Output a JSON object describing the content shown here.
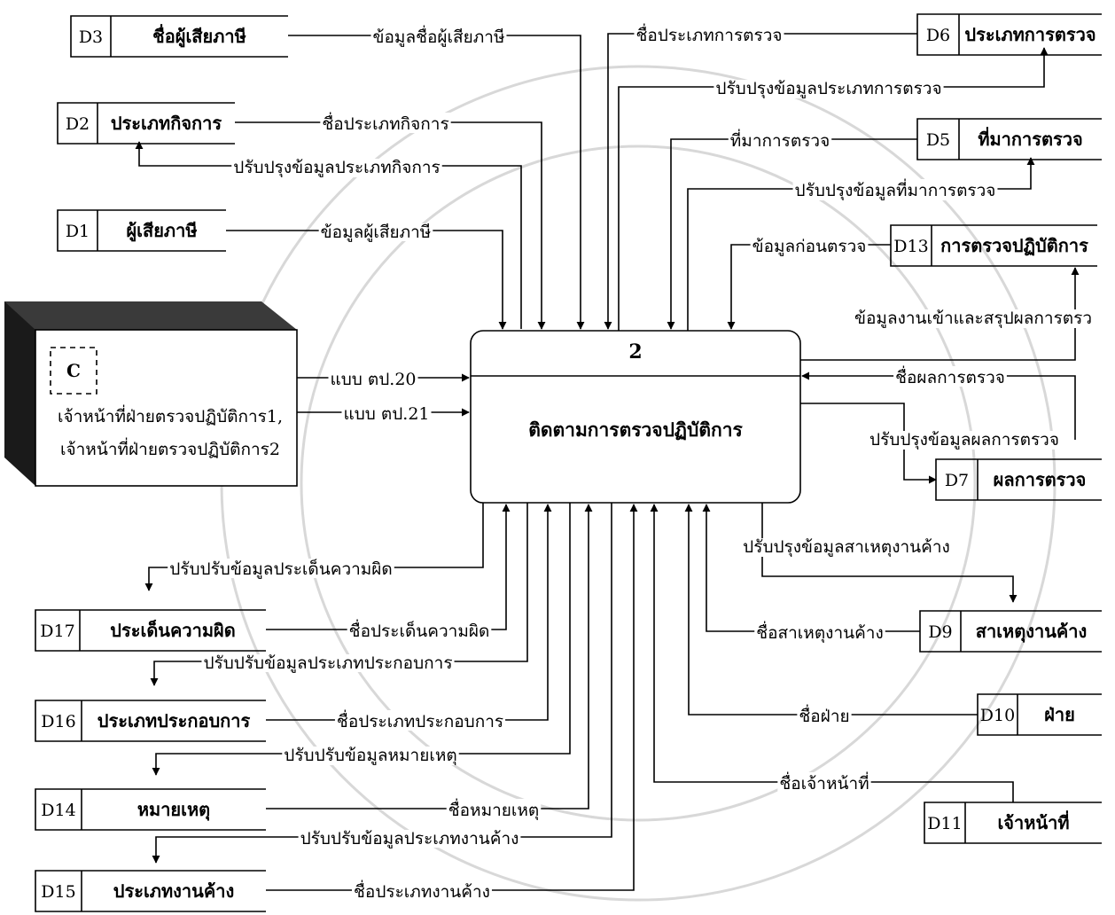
{
  "process": {
    "id": "2",
    "name": "ติดตามการตรวจปฏิบัติการ"
  },
  "external_entity": {
    "id": "C",
    "name_line1": "เจ้าหน้าที่ฝ่ายตรวจปฏิบัติการ1,",
    "name_line2": "เจ้าหน้าที่ฝ่ายตรวจปฏิบัติการ2"
  },
  "stores": [
    {
      "key": "d3",
      "id": "D3",
      "name": "ชื่อผู้เสียภาษี"
    },
    {
      "key": "d2",
      "id": "D2",
      "name": "ประเภทกิจการ"
    },
    {
      "key": "d1",
      "id": "D1",
      "name": "ผู้เสียภาษี"
    },
    {
      "key": "d6",
      "id": "D6",
      "name": "ประเภทการตรวจ"
    },
    {
      "key": "d5",
      "id": "D5",
      "name": "ที่มาการตรวจ"
    },
    {
      "key": "d13",
      "id": "D13",
      "name": "การตรวจปฏิบัติการ"
    },
    {
      "key": "d7",
      "id": "D7",
      "name": "ผลการตรวจ"
    },
    {
      "key": "d9",
      "id": "D9",
      "name": "สาเหตุงานค้าง"
    },
    {
      "key": "d10",
      "id": "D10",
      "name": "ฝ่าย"
    },
    {
      "key": "d11",
      "id": "D11",
      "name": "เจ้าหน้าที่"
    },
    {
      "key": "d17",
      "id": "D17",
      "name": "ประเด็นความผิด"
    },
    {
      "key": "d16",
      "id": "D16",
      "name": "ประเภทประกอบการ"
    },
    {
      "key": "d14",
      "id": "D14",
      "name": "หมายเหตุ"
    },
    {
      "key": "d15",
      "id": "D15",
      "name": "ประเภทงานค้าง"
    }
  ],
  "flows": [
    {
      "key": "f_d3",
      "label": "ข้อมูลชื่อผู้เสียภาษี"
    },
    {
      "key": "f_d2_in",
      "label": "ชื่อประเภทกิจการ"
    },
    {
      "key": "f_d2_up",
      "label": "ปรับปรุงข้อมูลประเภทกิจการ"
    },
    {
      "key": "f_d1",
      "label": "ข้อมูลผู้เสียภาษี"
    },
    {
      "key": "f_d6_in",
      "label": "ชื่อประเภทการตรวจ"
    },
    {
      "key": "f_d6_up",
      "label": "ปรับปรุงข้อมูลประเภทการตรวจ"
    },
    {
      "key": "f_d5_in",
      "label": "ที่มาการตรวจ"
    },
    {
      "key": "f_d5_up",
      "label": "ปรับปรุงข้อมูลที่มาการตรวจ"
    },
    {
      "key": "f_d13_in",
      "label": "ข้อมูลก่อนตรวจ"
    },
    {
      "key": "f_d13_up",
      "label": "ข้อมูลงานเข้าและสรุปผลการตรว"
    },
    {
      "key": "f_d7_in",
      "label": "ชื่อผลการตรวจ"
    },
    {
      "key": "f_d7_up",
      "label": "ปรับปรุงข้อมูลผลการตรวจ"
    },
    {
      "key": "f_ent_20",
      "label": "แบบ ตป.20"
    },
    {
      "key": "f_ent_21",
      "label": "แบบ ตป.21"
    },
    {
      "key": "f_d9_up",
      "label": "ปรับปรุงข้อมูลสาเหตุงานค้าง"
    },
    {
      "key": "f_d9_in",
      "label": "ชื่อสาเหตุงานค้าง"
    },
    {
      "key": "f_d10",
      "label": "ชื่อฝ่าย"
    },
    {
      "key": "f_d11",
      "label": "ชื่อเจ้าหน้าที่"
    },
    {
      "key": "f_d17_up",
      "label": "ปรับปรับข้อมูลประเด็นความผิด"
    },
    {
      "key": "f_d17_in",
      "label": "ชื่อประเด็นความผิด"
    },
    {
      "key": "f_d16_up",
      "label": "ปรับปรับข้อมูลประเภทประกอบการ"
    },
    {
      "key": "f_d16_in",
      "label": "ชื่อประเภทประกอบการ"
    },
    {
      "key": "f_d14_up",
      "label": "ปรับปรับข้อมูลหมายเหตุ"
    },
    {
      "key": "f_d14_in",
      "label": "ชื่อหมายเหตุ"
    },
    {
      "key": "f_d15_up",
      "label": "ปรับปรับข้อมูลประเภทงานค้าง"
    },
    {
      "key": "f_d15_in",
      "label": "ชื่อประเภทงานค้าง"
    }
  ]
}
